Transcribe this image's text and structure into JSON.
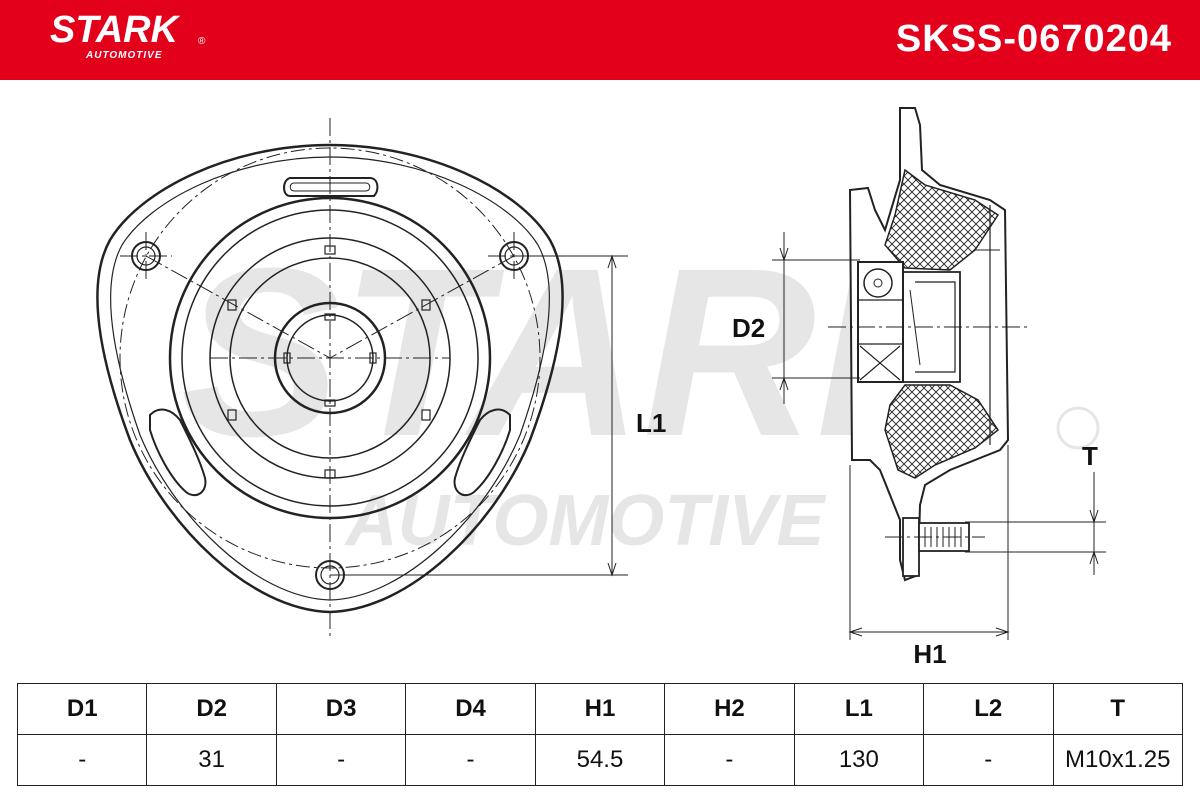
{
  "brand": {
    "name": "STARK",
    "reg": "®",
    "sub": "AUTOMOTIVE"
  },
  "part_number": "SKSS-0670204",
  "watermark": {
    "main": "STARK",
    "sub": "AUTOMOTIVE"
  },
  "dimension_labels": {
    "d2": "D2",
    "l1": "L1",
    "t": "T",
    "h1": "H1"
  },
  "spec_table": {
    "headers": [
      "D1",
      "D2",
      "D3",
      "D4",
      "H1",
      "H2",
      "L1",
      "L2",
      "T"
    ],
    "values": [
      "-",
      "31",
      "-",
      "-",
      "54.5",
      "-",
      "130",
      "-",
      "M10x1.25"
    ]
  },
  "colors": {
    "brand_red": "#e2001a",
    "line": "#222222",
    "watermark": "#e6e6e6"
  }
}
